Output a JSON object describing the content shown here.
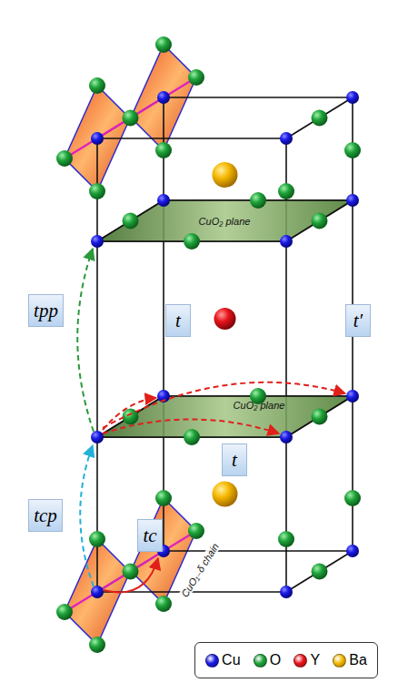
{
  "diagram": {
    "nodes": [
      {
        "text": [
          "tpp"
        ]
      },
      {
        "text": [
          "t"
        ]
      },
      {
        "text": [
          "t′"
        ]
      },
      {
        "text": [
          "t"
        ]
      },
      {
        "text": [
          "tcp"
        ]
      },
      {
        "text": [
          "tc"
        ]
      }
    ],
    "labels": [
      "CuO₂ plane",
      "CuO₂ plane",
      "CuO₁₋δ chain"
    ],
    "legend": [
      {
        "text": "Cu",
        "color": "#1a1ae6"
      },
      {
        "text": "O",
        "color": "#1fa33a"
      },
      {
        "text": "Y",
        "color": "#e8141b"
      },
      {
        "text": "Ba",
        "color": "#f5b800"
      }
    ]
  }
}
